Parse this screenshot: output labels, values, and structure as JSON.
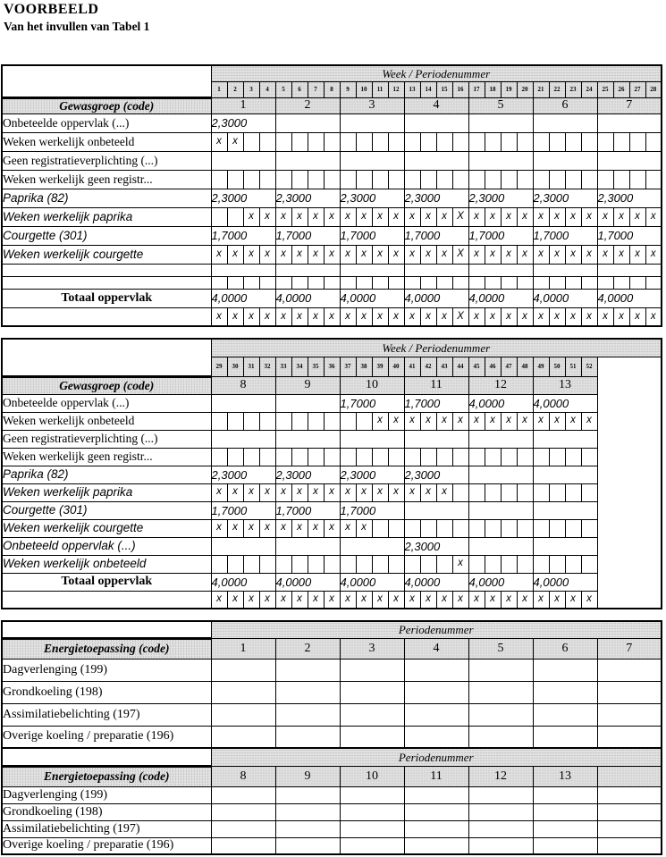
{
  "title": "VOORBEELD",
  "subtitle": "Van het invullen van Tabel 1",
  "colors": {
    "header_fill": "#e0e0e0",
    "border": "#000000",
    "paper": "#ffffff"
  },
  "crop_tables": [
    {
      "name": "crop-table-weeks-1-28",
      "band_label": "Week / Periodenummer",
      "corner_label": "Gewasgroep (code)",
      "week_numbers": [
        "1",
        "2",
        "3",
        "4",
        "5",
        "6",
        "7",
        "8",
        "9",
        "10",
        "11",
        "12",
        "13",
        "14",
        "15",
        "16",
        "17",
        "18",
        "19",
        "20",
        "21",
        "22",
        "23",
        "24",
        "25",
        "26",
        "27",
        "28"
      ],
      "period_numbers": [
        "1",
        "2",
        "3",
        "4",
        "5",
        "6",
        "7"
      ],
      "ghost_column": false,
      "rows": [
        {
          "label": "Onbeteelde oppervlak (...)",
          "pen": false,
          "kind": "area",
          "variant": "normal",
          "values": [
            "2,3000",
            "",
            "",
            "",
            "",
            "",
            ""
          ]
        },
        {
          "label": "Weken werkelijk onbeteeld",
          "pen": false,
          "kind": "weeks",
          "variant": "normal",
          "marks": [
            "x",
            "x",
            "",
            "",
            "",
            "",
            "",
            "",
            "",
            "",
            "",
            "",
            "",
            "",
            "",
            "",
            "",
            "",
            "",
            "",
            "",
            "",
            "",
            "",
            "",
            "",
            "",
            ""
          ]
        },
        {
          "label": "Geen registratieverplichting (...)",
          "pen": false,
          "kind": "area",
          "variant": "normal",
          "values": [
            "",
            "",
            "",
            "",
            "",
            "",
            ""
          ]
        },
        {
          "label": "Weken werkelijk geen registr...",
          "pen": false,
          "kind": "weeks",
          "variant": "normal",
          "marks": [
            "",
            "",
            "",
            "",
            "",
            "",
            "",
            "",
            "",
            "",
            "",
            "",
            "",
            "",
            "",
            "",
            "",
            "",
            "",
            "",
            "",
            "",
            "",
            "",
            "",
            "",
            "",
            ""
          ]
        },
        {
          "label": "Paprika (82)",
          "pen": true,
          "kind": "area",
          "variant": "normal",
          "values": [
            "2,3000",
            "2,3000",
            "2,3000",
            "2,3000",
            "2,3000",
            "2,3000",
            "2,3000"
          ]
        },
        {
          "label": "Weken werkelijk paprika",
          "pen": true,
          "kind": "weeks",
          "variant": "normal",
          "marks": [
            "",
            "",
            "x",
            "x",
            "x",
            "x",
            "x",
            "x",
            "x",
            "x",
            "x",
            "x",
            "x",
            "x",
            "x",
            "X",
            "x",
            "x",
            "x",
            "x",
            "x",
            "x",
            "x",
            "x",
            "x",
            "x",
            "x",
            "x"
          ]
        },
        {
          "label": "Courgette (301)",
          "pen": true,
          "kind": "area",
          "variant": "normal",
          "values": [
            "1,7000",
            "1,7000",
            "1,7000",
            "1,7000",
            "1,7000",
            "1,7000",
            "1,7000"
          ]
        },
        {
          "label": "Weken werkelijk courgette",
          "pen": true,
          "kind": "weeks",
          "variant": "normal",
          "marks": [
            "x",
            "x",
            "x",
            "x",
            "x",
            "x",
            "x",
            "x",
            "x",
            "x",
            "x",
            "x",
            "x",
            "x",
            "x",
            "X",
            "x",
            "x",
            "x",
            "x",
            "x",
            "x",
            "x",
            "x",
            "x",
            "x",
            "x",
            "x"
          ]
        },
        {
          "label": "",
          "pen": false,
          "kind": "area",
          "variant": "blank",
          "values": [
            "",
            "",
            "",
            "",
            "",
            "",
            ""
          ]
        },
        {
          "label": "",
          "pen": false,
          "kind": "weeks",
          "variant": "blank",
          "marks": [
            "",
            "",
            "",
            "",
            "",
            "",
            "",
            "",
            "",
            "",
            "",
            "",
            "",
            "",
            "",
            "",
            "",
            "",
            "",
            "",
            "",
            "",
            "",
            "",
            "",
            "",
            "",
            ""
          ]
        },
        {
          "label": "Totaal oppervlak",
          "pen": false,
          "kind": "area",
          "variant": "total",
          "values": [
            "4,0000",
            "4,0000",
            "4,0000",
            "4,0000",
            "4,0000",
            "4,0000",
            "4,0000"
          ]
        },
        {
          "label": "",
          "pen": true,
          "kind": "weeks",
          "variant": "normal",
          "marks": [
            "x",
            "x",
            "x",
            "x",
            "x",
            "x",
            "x",
            "x",
            "x",
            "x",
            "x",
            "x",
            "x",
            "x",
            "x",
            "X",
            "x",
            "x",
            "x",
            "x",
            "x",
            "x",
            "x",
            "x",
            "x",
            "x",
            "x",
            "x"
          ]
        }
      ]
    },
    {
      "name": "crop-table-weeks-29-52",
      "band_label": "Week / Periodenummer",
      "corner_label": "Gewasgroep (code)",
      "week_numbers": [
        "29",
        "30",
        "31",
        "32",
        "33",
        "34",
        "35",
        "36",
        "37",
        "38",
        "39",
        "40",
        "41",
        "42",
        "43",
        "44",
        "45",
        "46",
        "47",
        "48",
        "49",
        "50",
        "51",
        "52"
      ],
      "period_numbers": [
        "8",
        "9",
        "10",
        "11",
        "12",
        "13"
      ],
      "ghost_column": true,
      "rows": [
        {
          "label": "Onbeteelde oppervlak (...)",
          "pen": false,
          "kind": "area",
          "variant": "normal",
          "values": [
            "",
            "",
            "1,7000",
            "1,7000",
            "4,0000",
            "4,0000"
          ]
        },
        {
          "label": "Weken werkelijk onbeteeld",
          "pen": false,
          "kind": "weeks",
          "variant": "normal",
          "marks": [
            "",
            "",
            "",
            "",
            "",
            "",
            "",
            "",
            "",
            "",
            "x",
            "x",
            "x",
            "x",
            "x",
            "x",
            "x",
            "x",
            "x",
            "x",
            "x",
            "x",
            "x",
            "x"
          ]
        },
        {
          "label": "Geen registratieverplichting (...)",
          "pen": false,
          "kind": "area",
          "variant": "normal",
          "values": [
            "",
            "",
            "",
            "",
            "",
            ""
          ]
        },
        {
          "label": "Weken werkelijk geen registr...",
          "pen": false,
          "kind": "weeks",
          "variant": "normal",
          "marks": [
            "",
            "",
            "",
            "",
            "",
            "",
            "",
            "",
            "",
            "",
            "",
            "",
            "",
            "",
            "",
            "",
            "",
            "",
            "",
            "",
            "",
            "",
            "",
            ""
          ]
        },
        {
          "label": "Paprika (82)",
          "pen": true,
          "kind": "area",
          "variant": "normal",
          "values": [
            "2,3000",
            "2,3000",
            "2,3000",
            "2,3000",
            "",
            ""
          ]
        },
        {
          "label": "Weken werkelijk paprika",
          "pen": true,
          "kind": "weeks",
          "variant": "normal",
          "marks": [
            "x",
            "x",
            "x",
            "x",
            "x",
            "x",
            "x",
            "x",
            "x",
            "x",
            "x",
            "x",
            "x",
            "x",
            "x",
            "",
            "",
            "",
            "",
            "",
            "",
            "",
            "",
            ""
          ]
        },
        {
          "label": "Courgette (301)",
          "pen": true,
          "kind": "area",
          "variant": "normal",
          "values": [
            "1,7000",
            "1,7000",
            "1,7000",
            "",
            "",
            ""
          ]
        },
        {
          "label": "Weken werkelijk courgette",
          "pen": true,
          "kind": "weeks",
          "variant": "normal",
          "marks": [
            "x",
            "x",
            "x",
            "x",
            "x",
            "x",
            "x",
            "x",
            "x",
            "x",
            "",
            "",
            "",
            "",
            "",
            "",
            "",
            "",
            "",
            "",
            "",
            "",
            "",
            ""
          ]
        },
        {
          "label": "Onbeteeld oppervlak (...)",
          "pen": true,
          "kind": "area",
          "variant": "normal",
          "values": [
            "",
            "",
            "",
            "2,3000",
            "",
            ""
          ]
        },
        {
          "label": "Weken werkelijk onbeteeld",
          "pen": true,
          "kind": "weeks",
          "variant": "normal",
          "marks": [
            "",
            "",
            "",
            "",
            "",
            "",
            "",
            "",
            "",
            "",
            "",
            "",
            "",
            "",
            "",
            "x",
            "",
            "",
            "",
            "",
            "",
            "",
            "",
            ""
          ]
        },
        {
          "label": "Totaal oppervlak",
          "pen": false,
          "kind": "area",
          "variant": "total",
          "values": [
            "4,0000",
            "4,0000",
            "4,0000",
            "4,0000",
            "4,0000",
            "4,0000"
          ]
        },
        {
          "label": "",
          "pen": true,
          "kind": "weeks",
          "variant": "normal",
          "marks": [
            "x",
            "x",
            "x",
            "x",
            "x",
            "x",
            "x",
            "x",
            "x",
            "x",
            "x",
            "x",
            "x",
            "x",
            "x",
            "x",
            "x",
            "x",
            "x",
            "x",
            "x",
            "x",
            "x",
            "x"
          ]
        }
      ]
    }
  ],
  "energy_tables": [
    {
      "name": "energy-table-periods-1-7",
      "band_label": "Periodenummer",
      "corner_label": "Energietoepassing (code)",
      "period_numbers": [
        "1",
        "2",
        "3",
        "4",
        "5",
        "6",
        "7"
      ],
      "rows": [
        {
          "label": "Dagverlenging (199)"
        },
        {
          "label": "Grondkoeling (198)"
        },
        {
          "label": "Assimilatiebelichting (197)"
        },
        {
          "label": "Overige koeling / preparatie (196)"
        }
      ]
    },
    {
      "name": "energy-table-periods-8-13",
      "band_label": "Periodenummer",
      "corner_label": "Energietoepassing (code)",
      "period_numbers": [
        "8",
        "9",
        "10",
        "11",
        "12",
        "13",
        ""
      ],
      "rows": [
        {
          "label": "Dagverlenging (199)"
        },
        {
          "label": "Grondkoeling (198)"
        },
        {
          "label": "Assimilatiebelichting (197)"
        },
        {
          "label": "Overige koeling / preparatie (196)"
        }
      ]
    }
  ]
}
